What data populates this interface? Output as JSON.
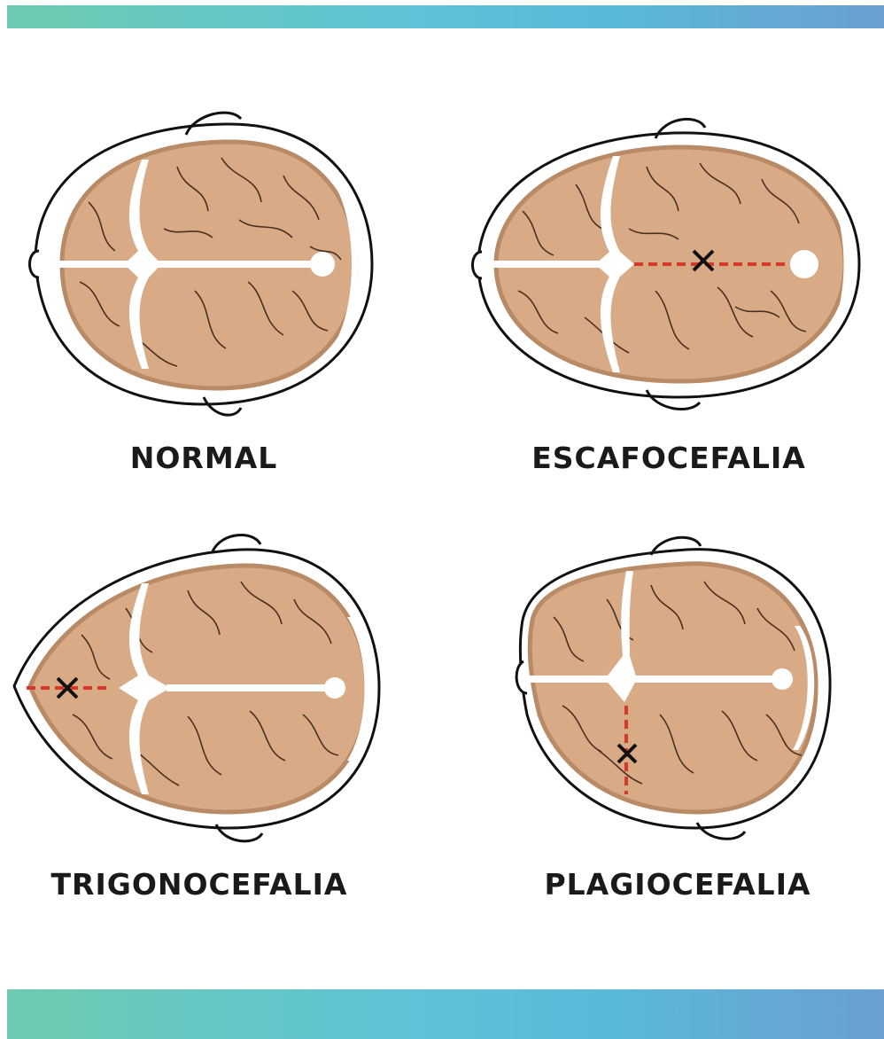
{
  "diagrams": [
    {
      "id": "normal",
      "label": "NORMAL",
      "fused_suture": null
    },
    {
      "id": "escafocefalia",
      "label": "ESCAFOCEFALIA",
      "fused_suture": "sagittal"
    },
    {
      "id": "trigonocefalia",
      "label": "TRIGONOCEFALIA",
      "fused_suture": "metopic"
    },
    {
      "id": "plagiocefalia",
      "label": "PLAGIOCEFALIA",
      "fused_suture": "coronal-unilateral"
    }
  ],
  "colors": {
    "band_start": "#6ecbb0",
    "band_end": "#6a9fd0",
    "brain": "#d8ab86",
    "brain_shadow": "#b98a66",
    "sulci": "#4a3020",
    "suture": "#ffffff",
    "fused_mark": "#d43a2a",
    "cross": "#111111",
    "label": "#1a1a1a"
  }
}
